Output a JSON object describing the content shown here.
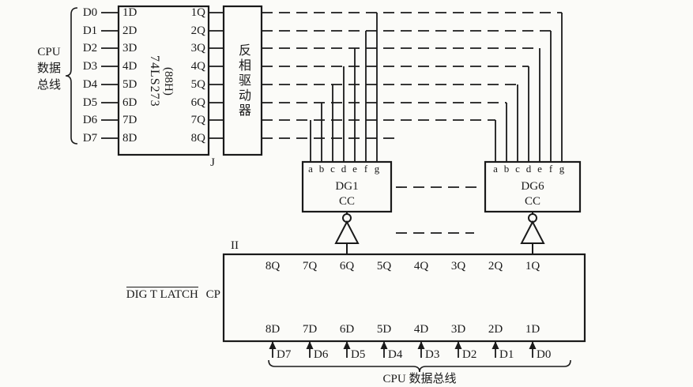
{
  "top_bus": {
    "label_lines": [
      "CPU",
      "数据",
      "总线"
    ],
    "signals": [
      "D0",
      "D1",
      "D2",
      "D3",
      "D4",
      "D5",
      "D6",
      "D7"
    ]
  },
  "register": {
    "title": "74LS273",
    "subtitle": "(88H)",
    "tag": "J",
    "inputs": [
      "1D",
      "2D",
      "3D",
      "4D",
      "5D",
      "6D",
      "7D",
      "8D"
    ],
    "outputs": [
      "1Q",
      "2Q",
      "3Q",
      "4Q",
      "5Q",
      "6Q",
      "7Q",
      "8Q"
    ]
  },
  "driver": {
    "label": "反相驱动器"
  },
  "digit_left": {
    "segments": [
      "a",
      "b",
      "c",
      "d",
      "e",
      "f",
      "g"
    ],
    "name": "DG1",
    "cathode": "CC"
  },
  "digit_right": {
    "segments": [
      "a",
      "b",
      "c",
      "d",
      "e",
      "f",
      "g"
    ],
    "name": "DG6",
    "cathode": "CC"
  },
  "latch": {
    "tag": "II",
    "control": "DIG T LATCH",
    "clock": "CP",
    "top_pins": [
      "8Q",
      "7Q",
      "6Q",
      "5Q",
      "4Q",
      "3Q",
      "2Q",
      "1Q"
    ],
    "bottom_pins": [
      "8D",
      "7D",
      "6D",
      "5D",
      "4D",
      "3D",
      "2D",
      "1D"
    ]
  },
  "bottom_bus": {
    "signals": [
      "D7",
      "D6",
      "D5",
      "D4",
      "D3",
      "D2",
      "D1",
      "D0"
    ],
    "label": "CPU 数据总线"
  },
  "colors": {
    "ink": "#1a1a1a",
    "paper": "#fbfbf8"
  }
}
